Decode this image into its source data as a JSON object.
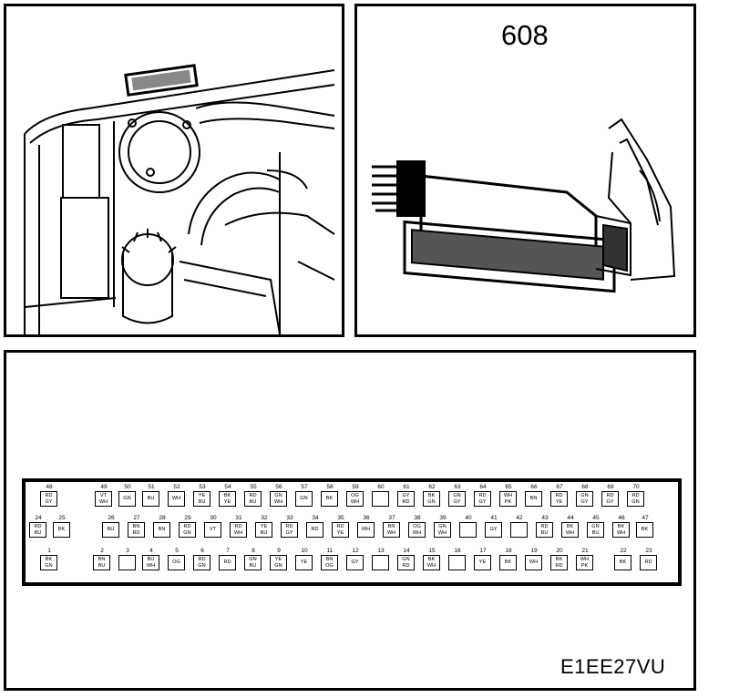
{
  "connector_label": "608",
  "figure_code": "E1EE27VU",
  "colors": {
    "ink": "#000000",
    "paper": "#ffffff"
  },
  "pins": [
    {
      "n": "48",
      "w": [
        "RD",
        "GY"
      ]
    },
    {
      "n": "49",
      "w": [
        "VT",
        "WH"
      ]
    },
    {
      "n": "50",
      "w": [
        "GN"
      ]
    },
    {
      "n": "51",
      "w": [
        "BU"
      ]
    },
    {
      "n": "52",
      "w": [
        "WH"
      ]
    },
    {
      "n": "53",
      "w": [
        "YE",
        "BU"
      ]
    },
    {
      "n": "54",
      "w": [
        "BK",
        "YE"
      ]
    },
    {
      "n": "55",
      "w": [
        "RD",
        "BU"
      ]
    },
    {
      "n": "56",
      "w": [
        "GN",
        "WH"
      ]
    },
    {
      "n": "57",
      "w": [
        "GN"
      ]
    },
    {
      "n": "58",
      "w": [
        "BK"
      ]
    },
    {
      "n": "59",
      "w": [
        "OG",
        "WH"
      ]
    },
    {
      "n": "60",
      "w": []
    },
    {
      "n": "61",
      "w": [
        "GY",
        "RD"
      ]
    },
    {
      "n": "62",
      "w": [
        "BK",
        "GN"
      ]
    },
    {
      "n": "63",
      "w": [
        "GN",
        "GY"
      ]
    },
    {
      "n": "64",
      "w": [
        "RD",
        "GY"
      ]
    },
    {
      "n": "65",
      "w": [
        "WH",
        "PK"
      ]
    },
    {
      "n": "66",
      "w": [
        "BN"
      ]
    },
    {
      "n": "67",
      "w": [
        "RD",
        "YE"
      ]
    },
    {
      "n": "68",
      "w": [
        "GN",
        "GY"
      ]
    },
    {
      "n": "69",
      "w": [
        "RD",
        "GY"
      ]
    },
    {
      "n": "70",
      "w": [
        "RD",
        "GN"
      ]
    },
    {
      "n": "24",
      "w": [
        "RD",
        "BU"
      ]
    },
    {
      "n": "25",
      "w": [
        "BK"
      ]
    },
    {
      "n": "26",
      "w": [
        "BU"
      ]
    },
    {
      "n": "27",
      "w": [
        "BN",
        "RD"
      ]
    },
    {
      "n": "28",
      "w": [
        "BN"
      ]
    },
    {
      "n": "29",
      "w": [
        "RD",
        "GN"
      ]
    },
    {
      "n": "30",
      "w": [
        "VT"
      ]
    },
    {
      "n": "31",
      "w": [
        "RD",
        "WH"
      ]
    },
    {
      "n": "32",
      "w": [
        "YE",
        "BU"
      ]
    },
    {
      "n": "33",
      "w": [
        "RD",
        "GY"
      ]
    },
    {
      "n": "34",
      "w": [
        "RD"
      ]
    },
    {
      "n": "35",
      "w": [
        "RD",
        "YE"
      ]
    },
    {
      "n": "36",
      "w": [
        "WH"
      ]
    },
    {
      "n": "37",
      "w": [
        "BN",
        "WH"
      ]
    },
    {
      "n": "38",
      "w": [
        "OG",
        "WH"
      ]
    },
    {
      "n": "39",
      "w": [
        "GN",
        "WH"
      ]
    },
    {
      "n": "40",
      "w": []
    },
    {
      "n": "41",
      "w": [
        "GY"
      ]
    },
    {
      "n": "42",
      "w": []
    },
    {
      "n": "43",
      "w": [
        "RD",
        "BU"
      ]
    },
    {
      "n": "44",
      "w": [
        "BK",
        "WH"
      ]
    },
    {
      "n": "45",
      "w": [
        "GN",
        "BU"
      ]
    },
    {
      "n": "46",
      "w": [
        "BK",
        "WH"
      ]
    },
    {
      "n": "47",
      "w": [
        "BK"
      ]
    },
    {
      "n": "1",
      "w": [
        "BK",
        "GN"
      ]
    },
    {
      "n": "2",
      "w": [
        "BN",
        "BU"
      ]
    },
    {
      "n": "3",
      "w": []
    },
    {
      "n": "4",
      "w": [
        "BU",
        "WH"
      ]
    },
    {
      "n": "5",
      "w": [
        "OG"
      ]
    },
    {
      "n": "6",
      "w": [
        "RD",
        "GN"
      ]
    },
    {
      "n": "7",
      "w": [
        "RD"
      ]
    },
    {
      "n": "8",
      "w": [
        "GN",
        "BU"
      ]
    },
    {
      "n": "9",
      "w": [
        "YE",
        "GN"
      ]
    },
    {
      "n": "10",
      "w": [
        "YE"
      ]
    },
    {
      "n": "11",
      "w": [
        "BN",
        "OG"
      ]
    },
    {
      "n": "12",
      "w": [
        "GY"
      ]
    },
    {
      "n": "13",
      "w": []
    },
    {
      "n": "14",
      "w": [
        "GN",
        "RD"
      ]
    },
    {
      "n": "15",
      "w": [
        "BK",
        "WH"
      ]
    },
    {
      "n": "16",
      "w": []
    },
    {
      "n": "17",
      "w": [
        "YE"
      ]
    },
    {
      "n": "18",
      "w": [
        "BK"
      ]
    },
    {
      "n": "19",
      "w": [
        "WH"
      ]
    },
    {
      "n": "20",
      "w": [
        "BK",
        "RD"
      ]
    },
    {
      "n": "21",
      "w": [
        "WH",
        "PK"
      ]
    },
    {
      "n": "22",
      "w": [
        "BK"
      ]
    },
    {
      "n": "23",
      "w": [
        "RD"
      ]
    }
  ]
}
